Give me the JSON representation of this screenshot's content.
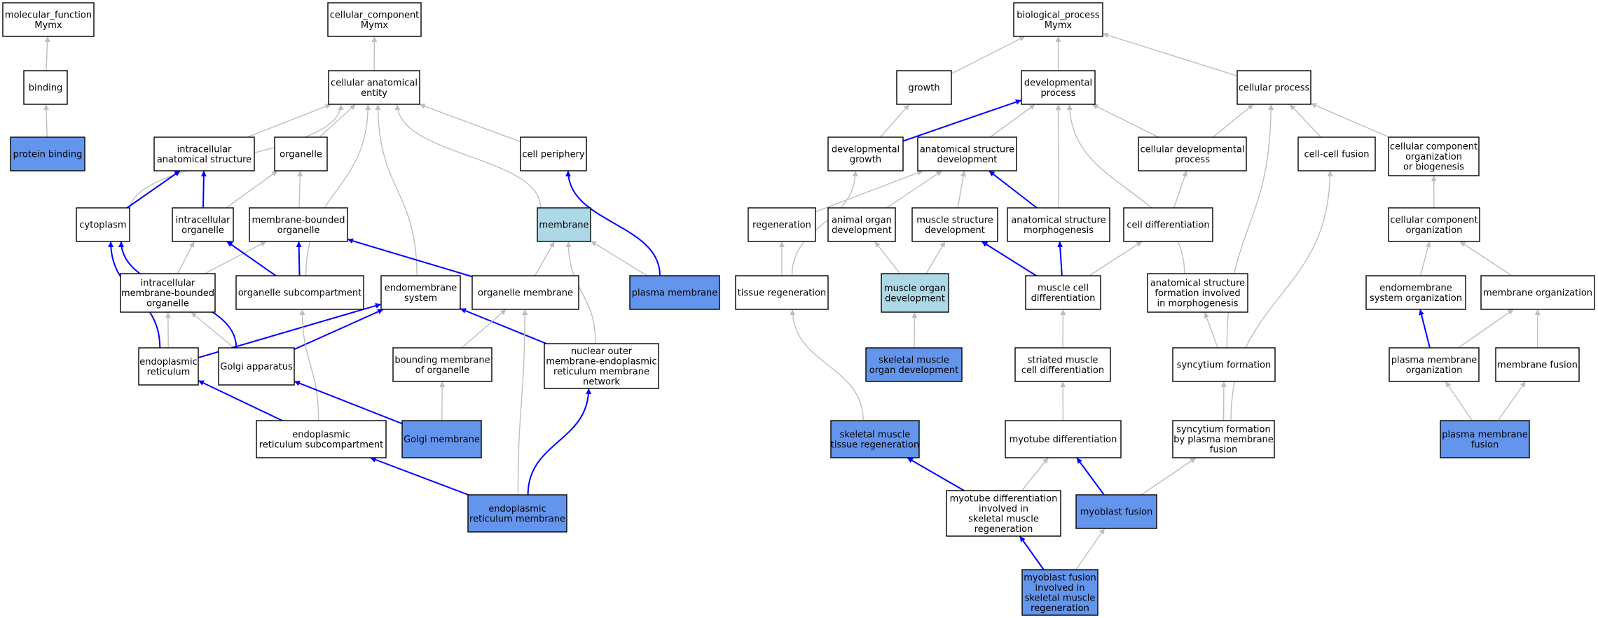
{
  "colors": {
    "white": "#ffffff",
    "light": "#add8e6",
    "dark": "#6495ed",
    "gray_edge": "#bebebe",
    "blue_edge": "#0000ff"
  },
  "nodes": [
    {
      "id": "mf",
      "lines": [
        "molecular_function",
        "Mymx"
      ],
      "fill": "white"
    },
    {
      "id": "binding",
      "lines": [
        "binding"
      ],
      "fill": "white"
    },
    {
      "id": "pbind",
      "lines": [
        "protein binding"
      ],
      "fill": "dark"
    },
    {
      "id": "cc",
      "lines": [
        "cellular_component",
        "Mymx"
      ],
      "fill": "white"
    },
    {
      "id": "cae",
      "lines": [
        "cellular anatomical",
        "entity"
      ],
      "fill": "white"
    },
    {
      "id": "ias",
      "lines": [
        "intracellular",
        "anatomical structure"
      ],
      "fill": "white"
    },
    {
      "id": "organelle",
      "lines": [
        "organelle"
      ],
      "fill": "white"
    },
    {
      "id": "cellper",
      "lines": [
        "cell periphery"
      ],
      "fill": "white"
    },
    {
      "id": "cytoplasm",
      "lines": [
        "cytoplasm"
      ],
      "fill": "white"
    },
    {
      "id": "intorg",
      "lines": [
        "intracellular",
        "organelle"
      ],
      "fill": "white"
    },
    {
      "id": "mbo",
      "lines": [
        "membrane-bounded",
        "organelle"
      ],
      "fill": "white"
    },
    {
      "id": "membrane",
      "lines": [
        "membrane"
      ],
      "fill": "light"
    },
    {
      "id": "imbo",
      "lines": [
        "intracellular",
        "membrane-bounded",
        "organelle"
      ],
      "fill": "white"
    },
    {
      "id": "osub",
      "lines": [
        "organelle subcompartment"
      ],
      "fill": "white"
    },
    {
      "id": "endosys",
      "lines": [
        "endomembrane",
        "system"
      ],
      "fill": "white"
    },
    {
      "id": "orgmem",
      "lines": [
        "organelle membrane"
      ],
      "fill": "white"
    },
    {
      "id": "plasmamem",
      "lines": [
        "plasma membrane"
      ],
      "fill": "dark"
    },
    {
      "id": "er",
      "lines": [
        "endoplasmic",
        "reticulum"
      ],
      "fill": "white"
    },
    {
      "id": "golgi",
      "lines": [
        "Golgi apparatus"
      ],
      "fill": "white"
    },
    {
      "id": "bmo",
      "lines": [
        "bounding membrane",
        "of organelle"
      ],
      "fill": "white"
    },
    {
      "id": "nomer",
      "lines": [
        "nuclear outer",
        "membrane-endoplasmic",
        "reticulum membrane",
        "network"
      ],
      "fill": "white"
    },
    {
      "id": "ersub",
      "lines": [
        "endoplasmic",
        "reticulum subcompartment"
      ],
      "fill": "white"
    },
    {
      "id": "golgimem",
      "lines": [
        "Golgi membrane"
      ],
      "fill": "dark"
    },
    {
      "id": "ermem",
      "lines": [
        "endoplasmic",
        "reticulum membrane"
      ],
      "fill": "dark"
    },
    {
      "id": "bp",
      "lines": [
        "biological_process",
        "Mymx"
      ],
      "fill": "white"
    },
    {
      "id": "growth",
      "lines": [
        "growth"
      ],
      "fill": "white"
    },
    {
      "id": "devproc",
      "lines": [
        "developmental",
        "process"
      ],
      "fill": "white"
    },
    {
      "id": "cellproc",
      "lines": [
        "cellular process"
      ],
      "fill": "white"
    },
    {
      "id": "devgrowth",
      "lines": [
        "developmental",
        "growth"
      ],
      "fill": "white"
    },
    {
      "id": "asd",
      "lines": [
        "anatomical structure",
        "development"
      ],
      "fill": "white"
    },
    {
      "id": "cdp",
      "lines": [
        "cellular developmental",
        "process"
      ],
      "fill": "white"
    },
    {
      "id": "ccfusion",
      "lines": [
        "cell-cell fusion"
      ],
      "fill": "white"
    },
    {
      "id": "ccob",
      "lines": [
        "cellular component",
        "organization",
        "or biogenesis"
      ],
      "fill": "white"
    },
    {
      "id": "regen",
      "lines": [
        "regeneration"
      ],
      "fill": "white"
    },
    {
      "id": "aod",
      "lines": [
        "animal organ",
        "development"
      ],
      "fill": "white"
    },
    {
      "id": "msd",
      "lines": [
        "muscle structure",
        "development"
      ],
      "fill": "white"
    },
    {
      "id": "asm",
      "lines": [
        "anatomical structure",
        "morphogenesis"
      ],
      "fill": "white"
    },
    {
      "id": "celldiff",
      "lines": [
        "cell differentiation"
      ],
      "fill": "white"
    },
    {
      "id": "cco",
      "lines": [
        "cellular component",
        "organization"
      ],
      "fill": "white"
    },
    {
      "id": "tisregen",
      "lines": [
        "tissue regeneration"
      ],
      "fill": "white"
    },
    {
      "id": "mod",
      "lines": [
        "muscle organ",
        "development"
      ],
      "fill": "light"
    },
    {
      "id": "mcd",
      "lines": [
        "muscle cell",
        "differentiation"
      ],
      "fill": "white"
    },
    {
      "id": "asfim",
      "lines": [
        "anatomical structure",
        "formation involved",
        "in morphogenesis"
      ],
      "fill": "white"
    },
    {
      "id": "eso",
      "lines": [
        "endomembrane",
        "system organization"
      ],
      "fill": "white"
    },
    {
      "id": "memorg",
      "lines": [
        "membrane organization"
      ],
      "fill": "white"
    },
    {
      "id": "smod",
      "lines": [
        "skeletal muscle",
        "organ development"
      ],
      "fill": "dark"
    },
    {
      "id": "smcd",
      "lines": [
        "striated muscle",
        "cell differentiation"
      ],
      "fill": "white"
    },
    {
      "id": "syncform",
      "lines": [
        "syncytium formation"
      ],
      "fill": "white"
    },
    {
      "id": "pmo",
      "lines": [
        "plasma membrane",
        "organization"
      ],
      "fill": "white"
    },
    {
      "id": "memfusion",
      "lines": [
        "membrane fusion"
      ],
      "fill": "white"
    },
    {
      "id": "smtr",
      "lines": [
        "skeletal muscle",
        "tissue regeneration"
      ],
      "fill": "dark"
    },
    {
      "id": "myodiff",
      "lines": [
        "myotube differentiation"
      ],
      "fill": "white"
    },
    {
      "id": "sfpmf",
      "lines": [
        "syncytium formation",
        "by plasma membrane",
        "fusion"
      ],
      "fill": "white"
    },
    {
      "id": "pmf",
      "lines": [
        "plasma membrane",
        "fusion"
      ],
      "fill": "dark"
    },
    {
      "id": "mdismr",
      "lines": [
        "myotube differentiation",
        "involved in",
        "skeletal muscle",
        "regeneration"
      ],
      "fill": "white"
    },
    {
      "id": "myofusion",
      "lines": [
        "myoblast fusion"
      ],
      "fill": "dark"
    },
    {
      "id": "mfismr",
      "lines": [
        "myoblast fusion",
        "involved in",
        "skeletal muscle",
        "regeneration"
      ],
      "fill": "dark"
    }
  ],
  "edges": [
    {
      "from": "binding",
      "to": "mf",
      "type": "gray"
    },
    {
      "from": "pbind",
      "to": "binding",
      "type": "gray"
    },
    {
      "from": "cae",
      "to": "cc",
      "type": "gray"
    },
    {
      "from": "ias",
      "to": "cae",
      "type": "gray"
    },
    {
      "from": "organelle",
      "to": "cae",
      "type": "gray"
    },
    {
      "from": "cellper",
      "to": "cae",
      "type": "gray"
    },
    {
      "from": "cytoplasm",
      "to": "cae",
      "type": "gray"
    },
    {
      "from": "membrane",
      "to": "cae",
      "type": "gray"
    },
    {
      "from": "osub",
      "to": "cae",
      "type": "gray"
    },
    {
      "from": "endosys",
      "to": "cae",
      "type": "gray"
    },
    {
      "from": "cytoplasm",
      "to": "ias",
      "type": "blue"
    },
    {
      "from": "intorg",
      "to": "ias",
      "type": "blue"
    },
    {
      "from": "intorg",
      "to": "organelle",
      "type": "gray"
    },
    {
      "from": "mbo",
      "to": "organelle",
      "type": "gray"
    },
    {
      "from": "plasmamem",
      "to": "cellper",
      "type": "blue"
    },
    {
      "from": "imbo",
      "to": "intorg",
      "type": "gray"
    },
    {
      "from": "imbo",
      "to": "mbo",
      "type": "gray"
    },
    {
      "from": "osub",
      "to": "intorg",
      "type": "blue"
    },
    {
      "from": "osub",
      "to": "mbo",
      "type": "blue"
    },
    {
      "from": "orgmem",
      "to": "mbo",
      "type": "blue"
    },
    {
      "from": "orgmem",
      "to": "membrane",
      "type": "gray"
    },
    {
      "from": "plasmamem",
      "to": "membrane",
      "type": "gray"
    },
    {
      "from": "nomer",
      "to": "membrane",
      "type": "gray"
    },
    {
      "from": "er",
      "to": "cytoplasm",
      "type": "blue"
    },
    {
      "from": "golgi",
      "to": "cytoplasm",
      "type": "blue"
    },
    {
      "from": "er",
      "to": "imbo",
      "type": "gray"
    },
    {
      "from": "golgi",
      "to": "imbo",
      "type": "gray"
    },
    {
      "from": "er",
      "to": "endosys",
      "type": "blue"
    },
    {
      "from": "golgi",
      "to": "endosys",
      "type": "blue"
    },
    {
      "from": "nomer",
      "to": "endosys",
      "type": "blue"
    },
    {
      "from": "bmo",
      "to": "orgmem",
      "type": "gray"
    },
    {
      "from": "ermem",
      "to": "orgmem",
      "type": "gray"
    },
    {
      "from": "ersub",
      "to": "er",
      "type": "blue"
    },
    {
      "from": "ersub",
      "to": "osub",
      "type": "gray"
    },
    {
      "from": "golgimem",
      "to": "golgi",
      "type": "blue"
    },
    {
      "from": "golgimem",
      "to": "bmo",
      "type": "gray"
    },
    {
      "from": "ermem",
      "to": "ersub",
      "type": "blue"
    },
    {
      "from": "ermem",
      "to": "nomer",
      "type": "blue"
    },
    {
      "from": "growth",
      "to": "bp",
      "type": "gray"
    },
    {
      "from": "devproc",
      "to": "bp",
      "type": "gray"
    },
    {
      "from": "cellproc",
      "to": "bp",
      "type": "gray"
    },
    {
      "from": "devgrowth",
      "to": "growth",
      "type": "gray"
    },
    {
      "from": "devgrowth",
      "to": "devproc",
      "type": "blue"
    },
    {
      "from": "asd",
      "to": "devproc",
      "type": "gray"
    },
    {
      "from": "cdp",
      "to": "devproc",
      "type": "gray"
    },
    {
      "from": "asm",
      "to": "devproc",
      "type": "gray"
    },
    {
      "from": "asfim",
      "to": "devproc",
      "type": "gray"
    },
    {
      "from": "cdp",
      "to": "cellproc",
      "type": "gray"
    },
    {
      "from": "ccfusion",
      "to": "cellproc",
      "type": "gray"
    },
    {
      "from": "ccob",
      "to": "cellproc",
      "type": "gray"
    },
    {
      "from": "syncform",
      "to": "cellproc",
      "type": "gray"
    },
    {
      "from": "regen",
      "to": "asd",
      "type": "gray"
    },
    {
      "from": "aod",
      "to": "asd",
      "type": "gray"
    },
    {
      "from": "msd",
      "to": "asd",
      "type": "gray"
    },
    {
      "from": "asm",
      "to": "asd",
      "type": "blue"
    },
    {
      "from": "celldiff",
      "to": "cdp",
      "type": "gray"
    },
    {
      "from": "cco",
      "to": "ccob",
      "type": "gray"
    },
    {
      "from": "tisregen",
      "to": "regen",
      "type": "gray"
    },
    {
      "from": "tisregen",
      "to": "devgrowth",
      "type": "gray"
    },
    {
      "from": "mod",
      "to": "aod",
      "type": "gray"
    },
    {
      "from": "mod",
      "to": "msd",
      "type": "gray"
    },
    {
      "from": "mcd",
      "to": "msd",
      "type": "blue"
    },
    {
      "from": "mcd",
      "to": "celldiff",
      "type": "gray"
    },
    {
      "from": "mcd",
      "to": "asm",
      "type": "blue"
    },
    {
      "from": "eso",
      "to": "cco",
      "type": "gray"
    },
    {
      "from": "memorg",
      "to": "cco",
      "type": "gray"
    },
    {
      "from": "smod",
      "to": "mod",
      "type": "gray"
    },
    {
      "from": "smcd",
      "to": "mcd",
      "type": "gray"
    },
    {
      "from": "syncform",
      "to": "asfim",
      "type": "gray"
    },
    {
      "from": "pmo",
      "to": "eso",
      "type": "blue"
    },
    {
      "from": "pmo",
      "to": "memorg",
      "type": "gray"
    },
    {
      "from": "memfusion",
      "to": "memorg",
      "type": "gray"
    },
    {
      "from": "smtr",
      "to": "tisregen",
      "type": "gray"
    },
    {
      "from": "myodiff",
      "to": "smcd",
      "type": "gray"
    },
    {
      "from": "sfpmf",
      "to": "syncform",
      "type": "gray"
    },
    {
      "from": "sfpmf",
      "to": "ccfusion",
      "type": "gray"
    },
    {
      "from": "pmf",
      "to": "pmo",
      "type": "gray"
    },
    {
      "from": "pmf",
      "to": "memfusion",
      "type": "gray"
    },
    {
      "from": "mdismr",
      "to": "smtr",
      "type": "blue"
    },
    {
      "from": "mdismr",
      "to": "myodiff",
      "type": "gray"
    },
    {
      "from": "myofusion",
      "to": "myodiff",
      "type": "blue"
    },
    {
      "from": "myofusion",
      "to": "sfpmf",
      "type": "gray"
    },
    {
      "from": "mfismr",
      "to": "mdismr",
      "type": "blue"
    },
    {
      "from": "mfismr",
      "to": "myofusion",
      "type": "gray"
    }
  ]
}
